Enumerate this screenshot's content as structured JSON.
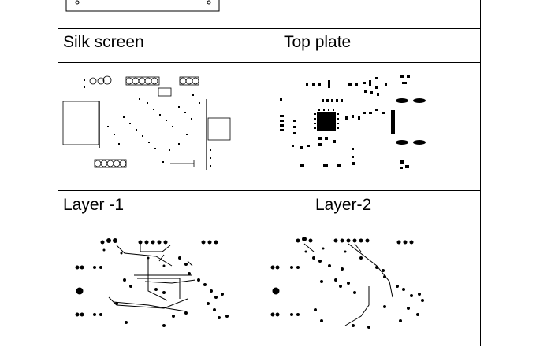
{
  "table": {
    "row1": {
      "left_label": "Silk screen",
      "right_label": "Top plate"
    },
    "row2": {
      "left_label": "Layer -1",
      "right_label": "Layer-2"
    }
  },
  "colors": {
    "ink": "#000000",
    "background": "#ffffff"
  }
}
